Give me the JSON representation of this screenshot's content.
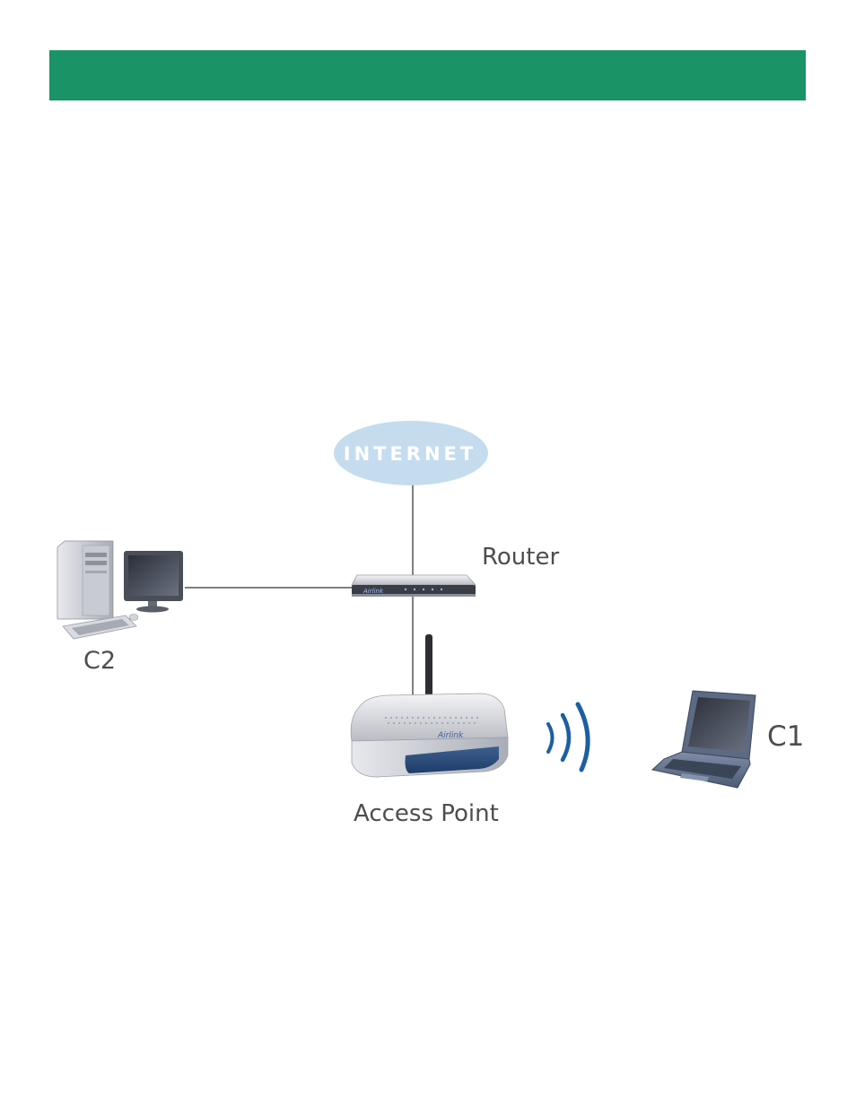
{
  "header": {
    "color": "#1a9366"
  },
  "diagram": {
    "cloud_text": "INTERNET",
    "cloud_color": "#c5dcef",
    "labels": {
      "router": "Router",
      "c2": "C2",
      "c1": "C1",
      "access_point": "Access Point"
    },
    "signal_color": "#1d5fa0",
    "nodes": [
      {
        "id": "internet",
        "icon": "cloud-icon"
      },
      {
        "id": "router",
        "icon": "router-icon"
      },
      {
        "id": "c2",
        "icon": "desktop-computer-icon"
      },
      {
        "id": "access_point",
        "icon": "access-point-icon"
      },
      {
        "id": "c1",
        "icon": "laptop-icon"
      }
    ],
    "links": [
      {
        "from": "internet",
        "to": "router",
        "type": "wired"
      },
      {
        "from": "c2",
        "to": "router",
        "type": "wired"
      },
      {
        "from": "router",
        "to": "access_point",
        "type": "wired"
      },
      {
        "from": "access_point",
        "to": "c1",
        "type": "wireless"
      }
    ]
  }
}
